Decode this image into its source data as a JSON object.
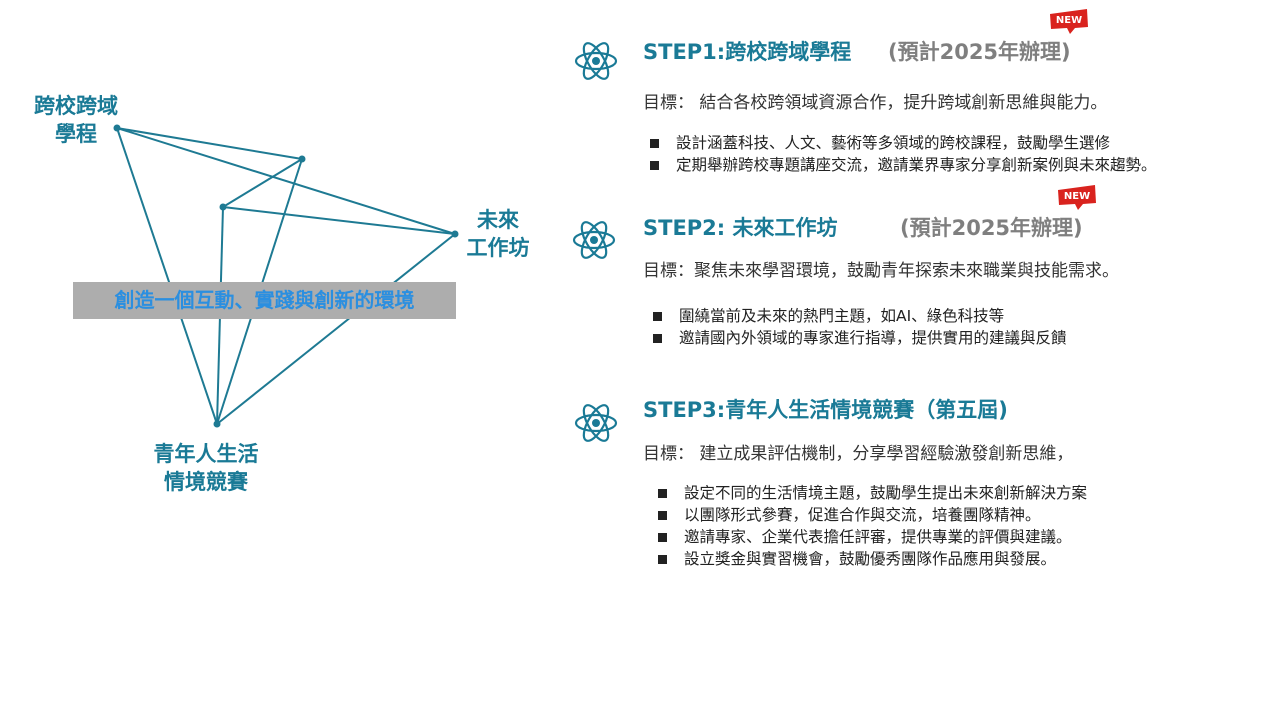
{
  "colors": {
    "accent": "#1A7A96",
    "line": "#1E7A93",
    "banner_bg": "#ADADAD",
    "banner_text": "#2B8FE0",
    "note": "#7F7F7F",
    "new_badge": "#D9231E"
  },
  "diagram": {
    "node_a": "跨校跨域\n學程",
    "node_b": "未來\n工作坊",
    "node_c": "青年人生活\n情境競賽",
    "center_banner": "創造一個互動、實踐與創新的環境"
  },
  "steps": [
    {
      "icon": "atom-icon",
      "title": "STEP1:跨校跨域學程",
      "note": "(預計2025年辦理)",
      "badge": "NEW",
      "goal": "目標：  結合各校跨領域資源合作，提升跨域創新思維與能力。",
      "bullets": [
        "設計涵蓋科技、人文、藝術等多領域的跨校課程，鼓勵學生選修",
        "定期舉辦跨校專題講座交流，邀請業界專家分享創新案例與未來趨勢。"
      ]
    },
    {
      "icon": "atom-icon",
      "title": "STEP2: 未來工作坊",
      "note": "(預計2025年辦理)",
      "badge": "NEW",
      "goal": "目標：聚焦未來學習環境，鼓勵青年探索未來職業與技能需求。",
      "bullets": [
        "圍繞當前及未來的熱門主題，如AI、綠色科技等",
        "邀請國內外領域的專家進行指導，提供實用的建議與反饋"
      ]
    },
    {
      "icon": "atom-icon",
      "title": "STEP3:青年人生活情境競賽（第五屆)",
      "goal": "目標：  建立成果評估機制，分享學習經驗激發創新思維，",
      "bullets": [
        "設定不同的生活情境主題，鼓勵學生提出未來創新解決方案",
        "以團隊形式參賽，促進合作與交流，培養團隊精神。",
        "邀請專家、企業代表擔任評審，提供專業的評價與建議。",
        "設立獎金與實習機會，鼓勵優秀團隊作品應用與發展。"
      ]
    }
  ]
}
